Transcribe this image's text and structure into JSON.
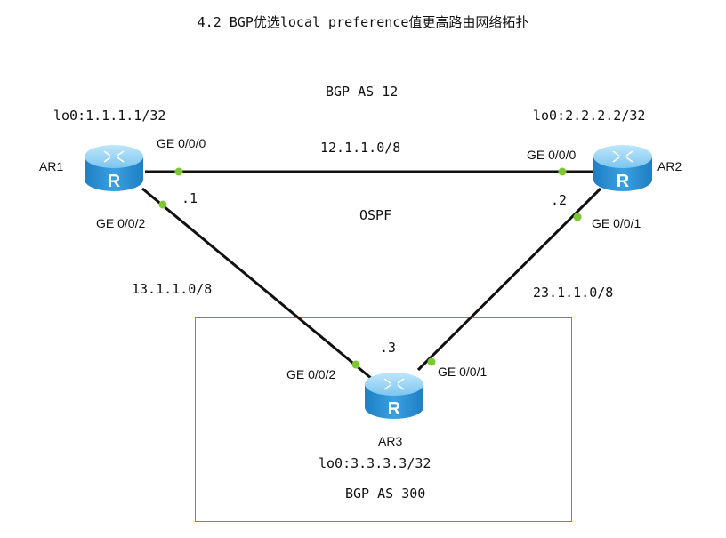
{
  "title": "4.2 BGP优选local preference值更高路由网络拓扑",
  "areas": {
    "as12": {
      "label": "BGP AS 12",
      "igp": "OSPF"
    },
    "as300": {
      "label": "BGP AS 300"
    }
  },
  "routers": {
    "ar1": {
      "name": "AR1",
      "loopback": "lo0:1.1.1.1/32",
      "icon_text": "R"
    },
    "ar2": {
      "name": "AR2",
      "loopback": "lo0:2.2.2.2/32",
      "icon_text": "R"
    },
    "ar3": {
      "name": "AR3",
      "loopback": "lo0:3.3.3.3/32",
      "icon_text": "R"
    }
  },
  "links": {
    "ar1_ar2": {
      "network": "12.1.1.0/8",
      "ar1_if": "GE 0/0/0",
      "ar2_if": "GE 0/0/0"
    },
    "ar1_ar3": {
      "network": "13.1.1.0/8",
      "ar1_if": "GE 0/0/2",
      "ar3_if": "GE 0/0/2"
    },
    "ar2_ar3": {
      "network": "23.1.1.0/8",
      "ar2_if": "GE 0/0/1",
      "ar3_if": "GE 0/0/1"
    }
  },
  "host_ids": {
    "ar1": ".1",
    "ar2": ".2",
    "ar3": ".3"
  },
  "colors": {
    "border": "#4a90c8",
    "port": "#7dc832",
    "link": "#111111"
  }
}
